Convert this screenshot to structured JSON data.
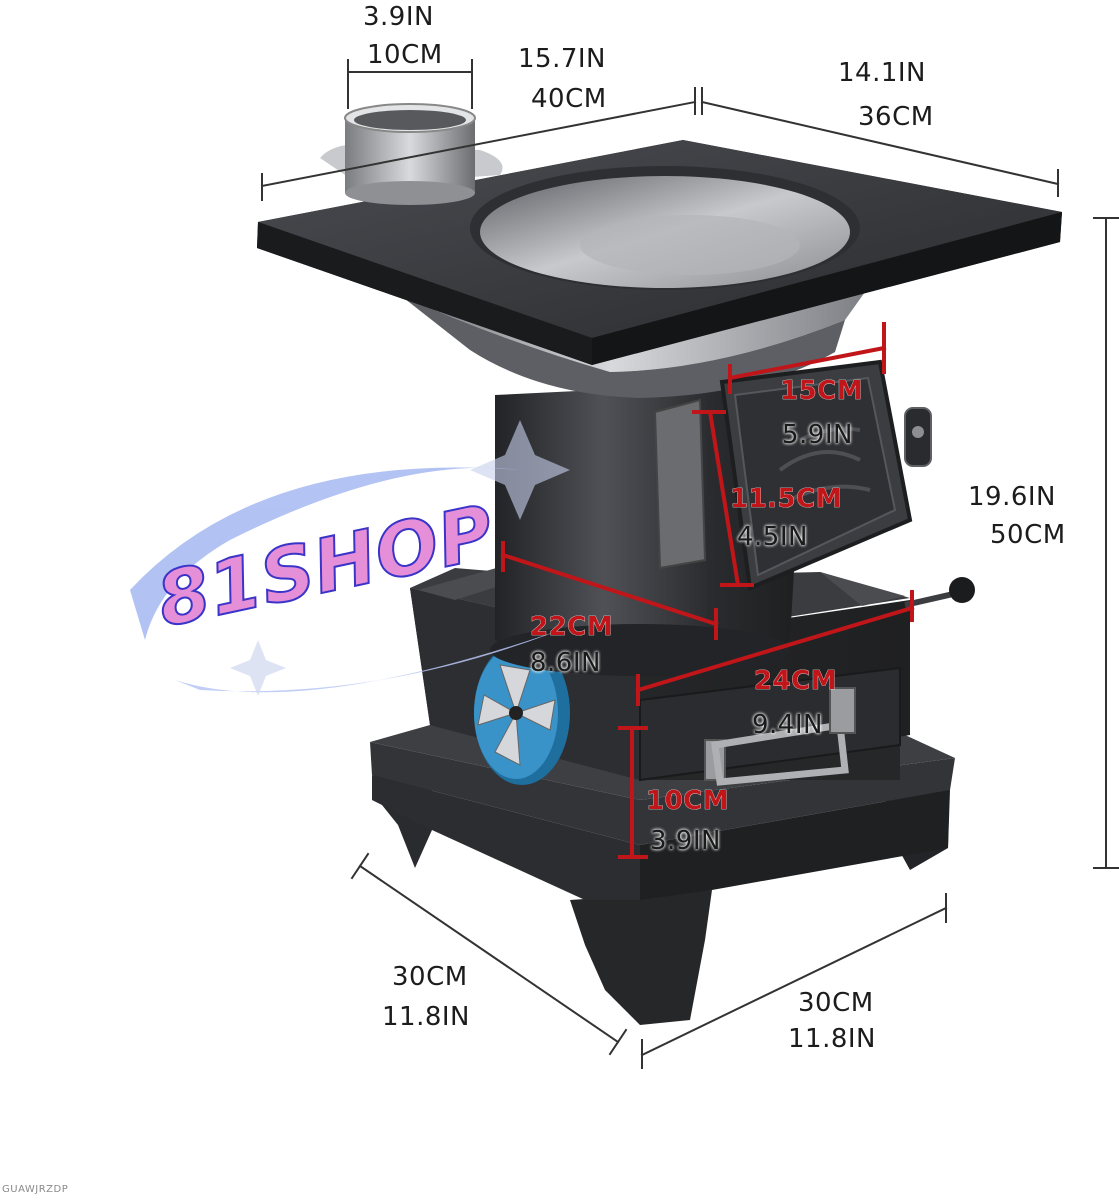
{
  "colors": {
    "steel_dark": "#2b2c2f",
    "steel_mid": "#55575c",
    "steel_light": "#b9bbbf",
    "dimension_red": "#c0161a",
    "fan_blue": "#3a93c8",
    "watermark_pink": "#e58fd8",
    "watermark_blue": "#3a34c9"
  },
  "dimensions": {
    "chimney": {
      "in": "3.9IN",
      "cm": "10CM"
    },
    "top_width": {
      "in": "15.7IN",
      "cm": "40CM"
    },
    "top_depth": {
      "in": "14.1IN",
      "cm": "36CM"
    },
    "height": {
      "in": "19.6IN",
      "cm": "50CM"
    },
    "door_width": {
      "cm": "15CM",
      "in": "5.9IN"
    },
    "door_height": {
      "cm": "11.5CM",
      "in": "4.5IN"
    },
    "body_diameter": {
      "cm": "22CM",
      "in": "8.6IN"
    },
    "drawer_width": {
      "cm": "24CM",
      "in": "9.4IN"
    },
    "drawer_height": {
      "cm": "10CM",
      "in": "3.9IN"
    },
    "base_depth": {
      "cm": "30CM",
      "in": "11.8IN"
    },
    "base_width": {
      "cm": "30CM",
      "in": "11.8IN"
    }
  },
  "watermark": {
    "text": "81SHOP"
  },
  "footer_code": "GUAWJRZDP",
  "icons": [
    "fan-icon",
    "drawer-handle-icon",
    "door-latch-icon",
    "damper-knob-icon"
  ]
}
